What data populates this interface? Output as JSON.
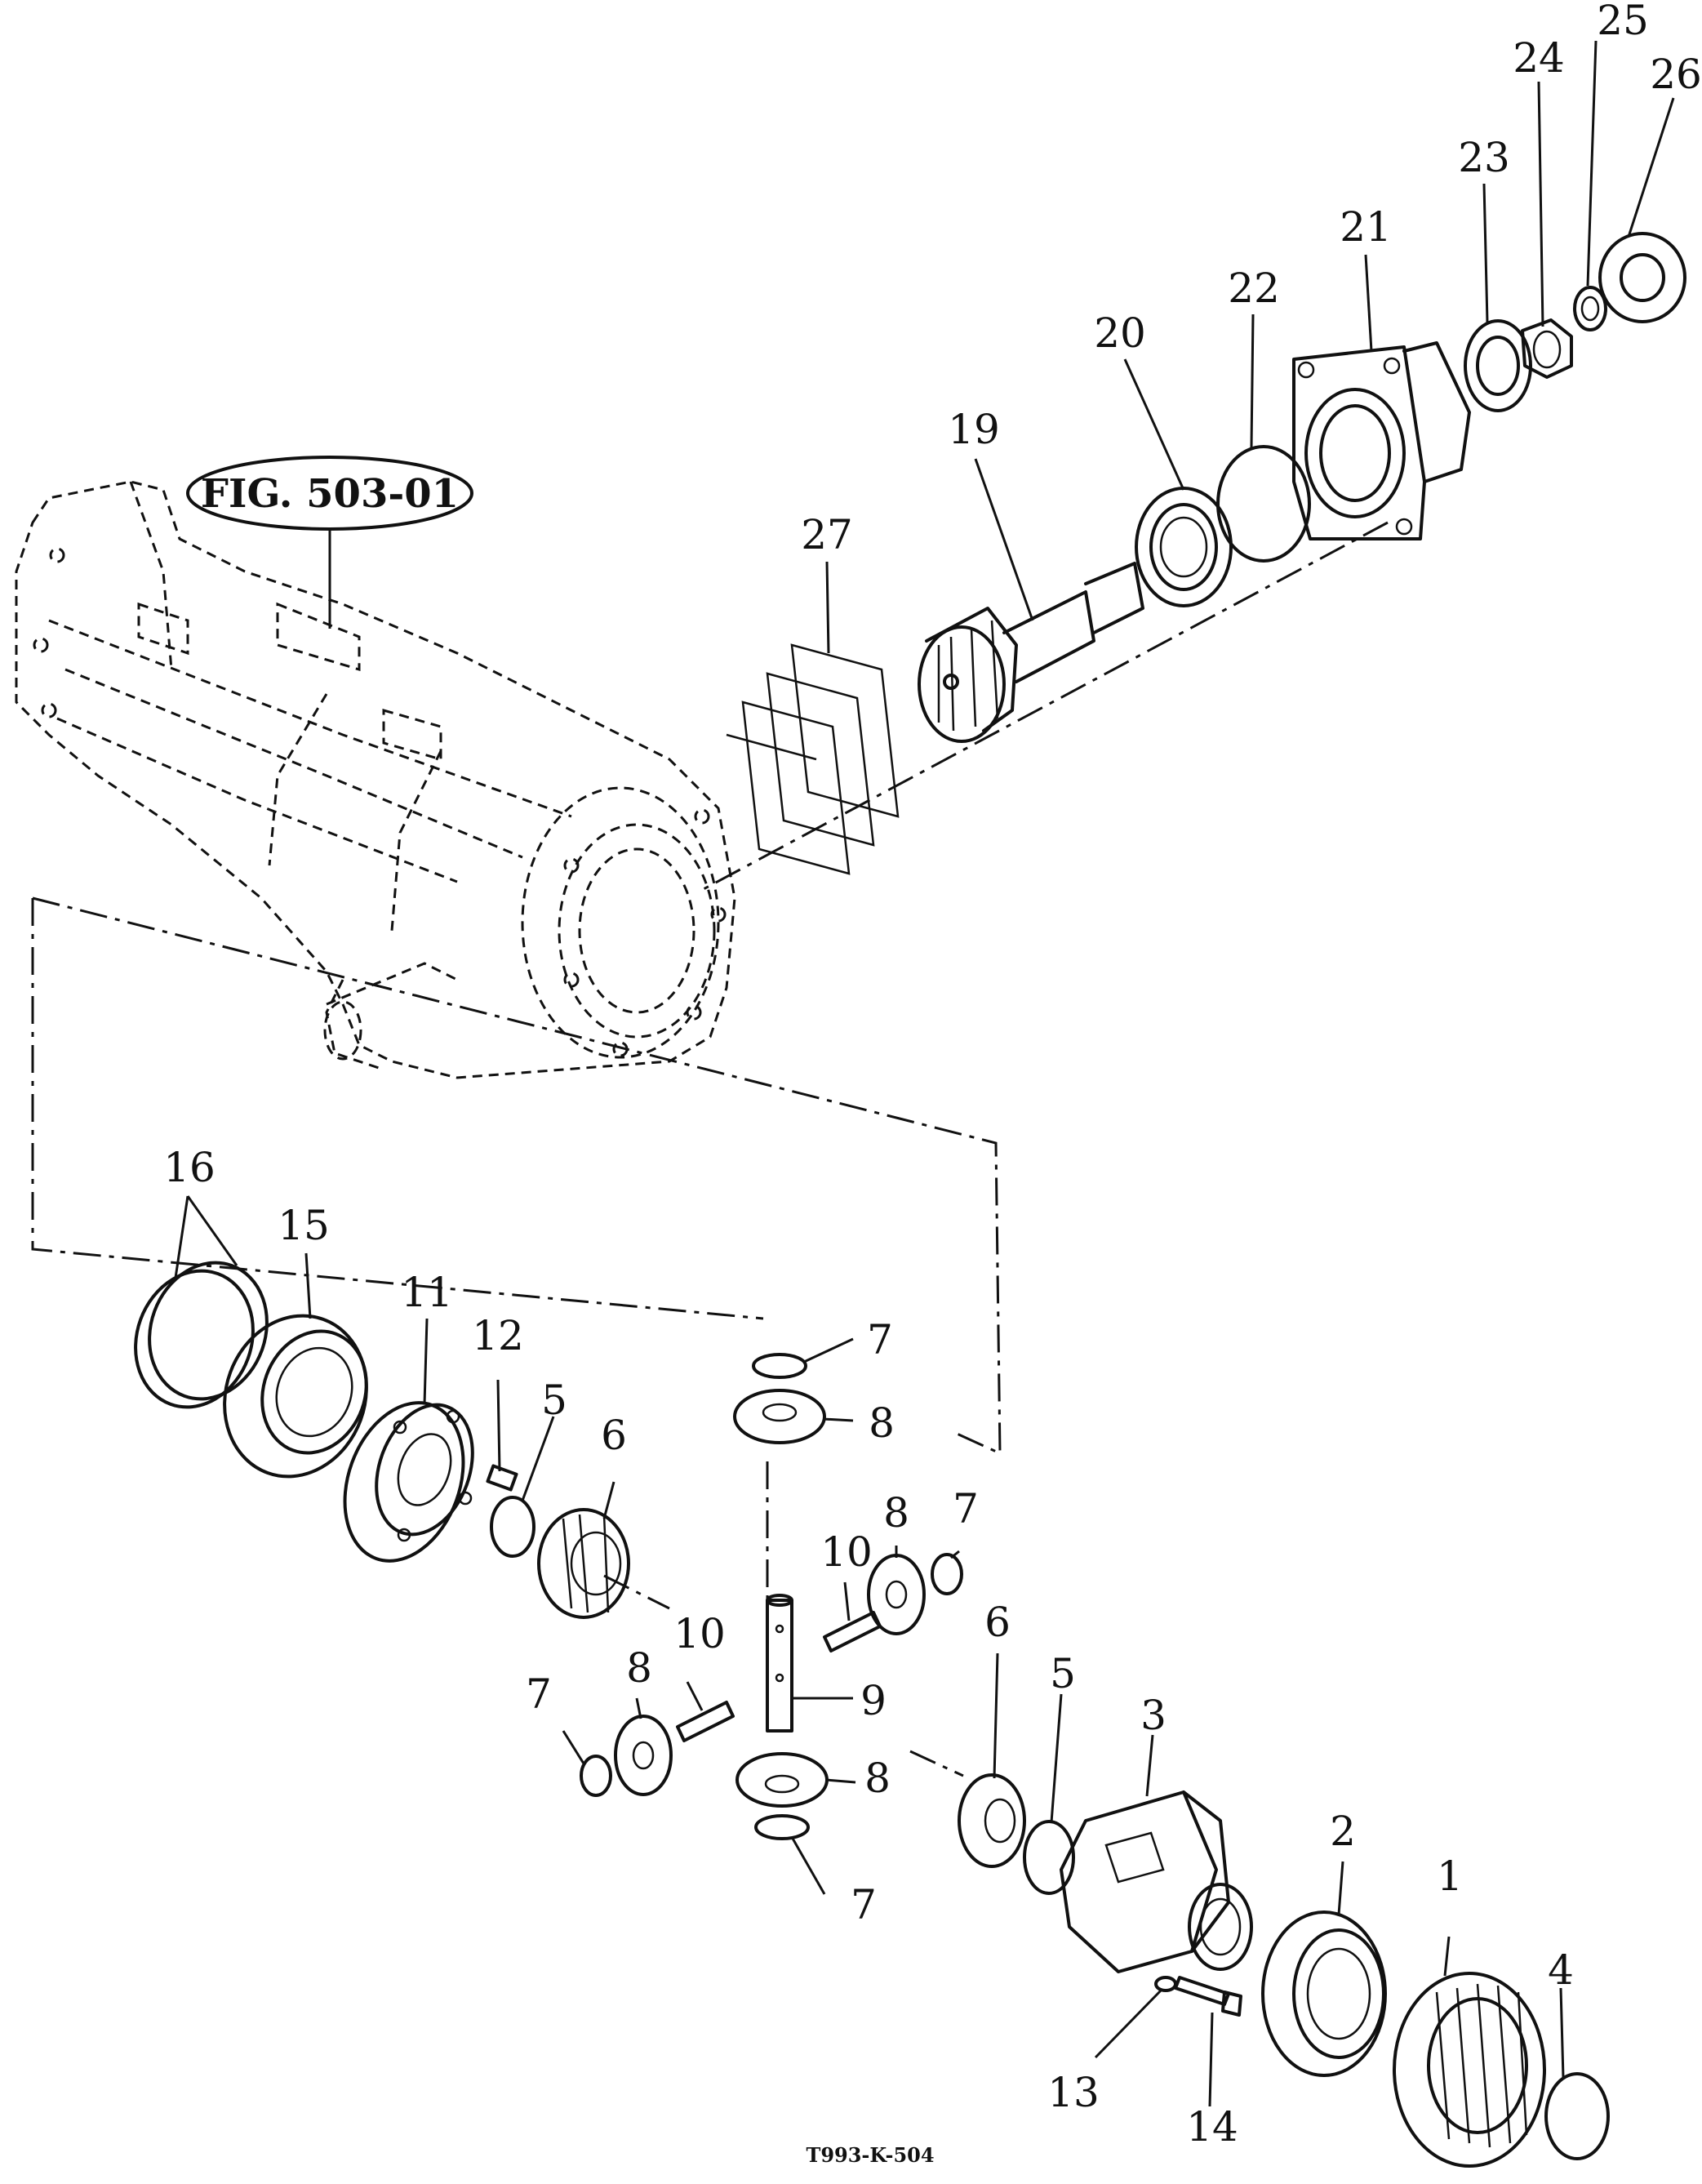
{
  "figure_reference": "FIG. 503-01",
  "drawing_code": "T993-K-504",
  "callouts": [
    "1",
    "2",
    "3",
    "4",
    "5",
    "5",
    "6",
    "6",
    "7",
    "7",
    "7",
    "7",
    "8",
    "8",
    "8",
    "8",
    "9",
    "10",
    "10",
    "11",
    "12",
    "13",
    "14",
    "15",
    "16",
    "19",
    "20",
    "21",
    "22",
    "23",
    "24",
    "25",
    "26",
    "27"
  ]
}
